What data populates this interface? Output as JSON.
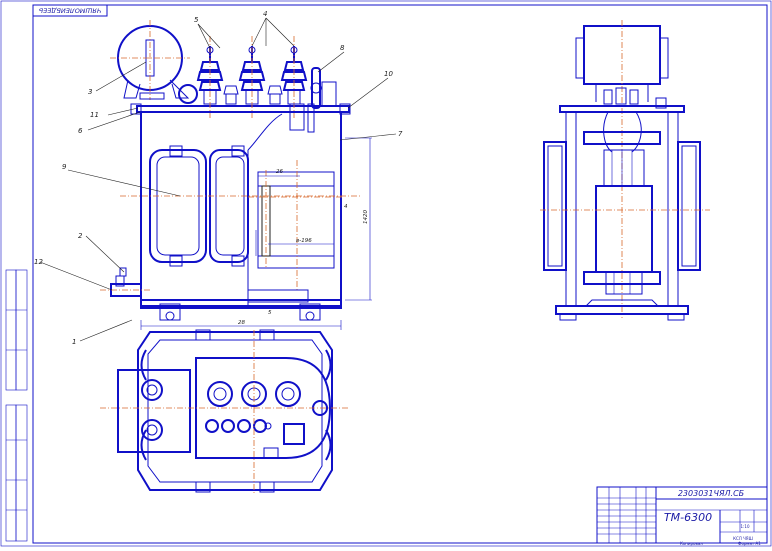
{
  "sheet": {
    "corner_stamp": "ЧЯШМОЛЕИБДЕЕЬ",
    "title_code": "2303031ЧЯЛ.СБ",
    "title_name": "ТМ-6300",
    "scale": "1:10",
    "org": "КСЛ ЧЯШ",
    "bottom_note": "Копировал",
    "format": "Формат А1"
  },
  "callouts": {
    "c1": "1",
    "c2": "2",
    "c3": "3",
    "c4": "4",
    "c5": "5",
    "c6": "6",
    "c7": "7",
    "c8": "8",
    "c9": "9",
    "c10": "10",
    "c11": "11",
    "c12": "12"
  },
  "dimensions": {
    "d_height": "1420",
    "d_width": "28",
    "d_core": "26",
    "d_window": "в-196",
    "d_side": "4",
    "d_small": "5"
  },
  "colors": {
    "line": "#1010c8",
    "center": "#d86a2c",
    "leader": "#222222"
  }
}
